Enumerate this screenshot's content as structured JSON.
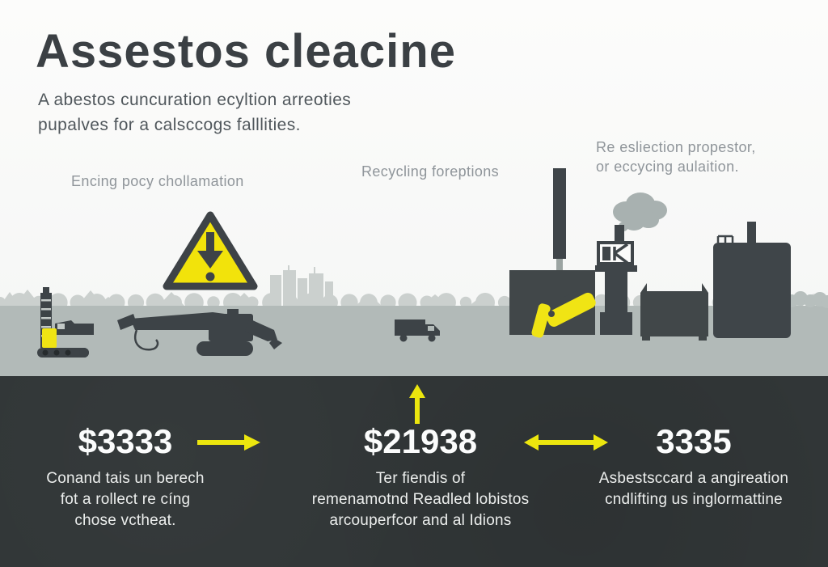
{
  "header": {
    "title": "Assestos cleacine",
    "subtitle_line1": "A abestos cuncuration ecyltion arreoties",
    "subtitle_line2": "pupalves for a calsccogs falllities."
  },
  "section_labels": {
    "left": "Encing pocy chollamation",
    "middle": "Recycling foreptions",
    "right_line1": "Re esliection propestor,",
    "right_line2": "or eccycing aulaition."
  },
  "stats": [
    {
      "value": "$3333",
      "lines": [
        "Conand tais un berech",
        "fot a rollect re cíng",
        "chose vctheat."
      ]
    },
    {
      "value": "$21938",
      "lines": [
        "Ter fiendis of",
        "remenamotnd Readled lobistos",
        "arcouperfcor and al Idions"
      ]
    },
    {
      "value": "3335",
      "lines": [
        "Asbestsccard a angireation",
        "cndlifting us inglormattine"
      ]
    }
  ],
  "icons": {
    "warning": "warning-triangle-icon",
    "drill_rig": "drill-rig-icon",
    "excavator": "excavator-icon",
    "van": "truck-icon",
    "factory": "factory-icon",
    "smoke": "smoke-icon",
    "robot_arm": "robot-arm-icon",
    "tank": "storage-tank-icon",
    "arrow_right": "arrow-right-icon",
    "arrow_up": "arrow-up-icon",
    "arrow_double": "arrow-double-icon",
    "skyline": "skyline-silhouette"
  },
  "colors": {
    "background": "#fafaf9",
    "ground_band": "#b2bab8",
    "bottom_panel": "#313637",
    "silhouette": "#3f4549",
    "skyline": "#cbd0ce",
    "smoke": "#a8b1b0",
    "accent_yellow": "#efe60d",
    "title_text": "#3b4044",
    "muted_label": "#8f959a",
    "light_text": "#eef0ef"
  }
}
